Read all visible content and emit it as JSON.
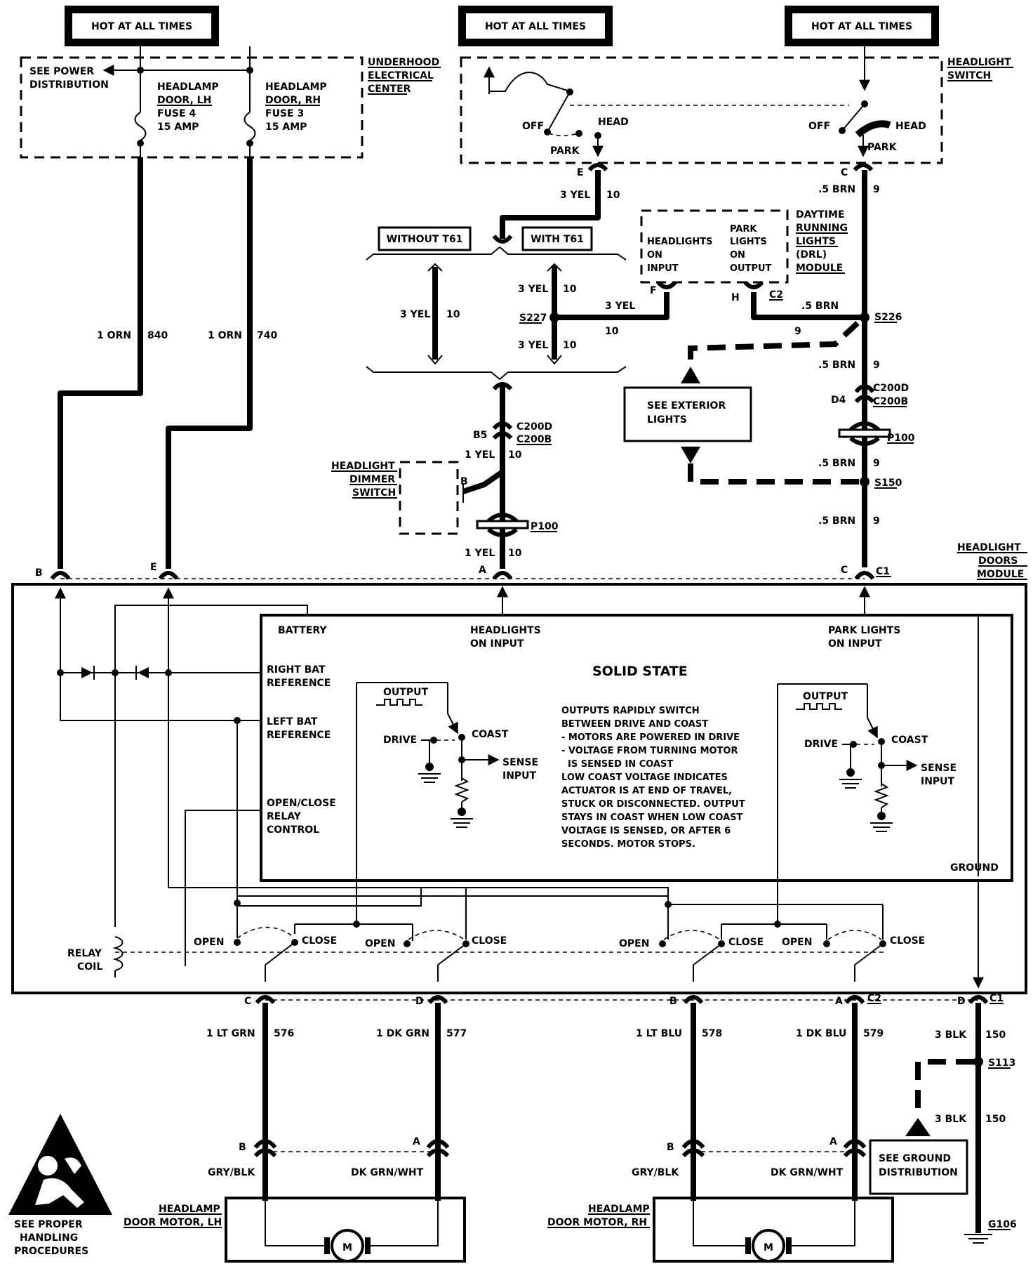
{
  "power": {
    "hot1": "HOT AT ALL TIMES",
    "hot2": "HOT AT ALL TIMES",
    "hot3": "HOT AT ALL TIMES"
  },
  "underhood": {
    "title_l1": "UNDERHOOD",
    "title_l2": "ELECTRICAL",
    "title_l3": "CENTER",
    "see_power_l1": "SEE POWER",
    "see_power_l2": "DISTRIBUTION",
    "fuse4_l1": "HEADLAMP",
    "fuse4_l2": "DOOR, LH",
    "fuse4_l3": "FUSE 4",
    "fuse4_l4": "15 AMP",
    "fuse3_l1": "HEADLAMP",
    "fuse3_l2": "DOOR, RH",
    "fuse3_l3": "FUSE 3",
    "fuse3_l4": "15 AMP"
  },
  "headlight_switch": {
    "title_l1": "HEADLIGHT",
    "title_l2": "SWITCH",
    "off1": "OFF",
    "head1": "HEAD",
    "park1": "PARK",
    "off2": "OFF",
    "head2": "HEAD",
    "park2": "PARK",
    "pin_e": "E",
    "pin_c": "C"
  },
  "drl": {
    "title_l1": "DAYTIME",
    "title_l2": "RUNNING",
    "title_l3": "LIGHTS",
    "title_l4": "(DRL)",
    "title_l5": "MODULE",
    "in_l1": "HEADLIGHTS",
    "in_l2": "ON",
    "in_l3": "INPUT",
    "out_l1": "PARK",
    "out_l2": "LIGHTS",
    "out_l3": "ON",
    "out_l4": "OUTPUT",
    "pin_f": "F",
    "pin_h": "H",
    "conn_c2": "C2"
  },
  "options": {
    "without": "WITHOUT T61",
    "with": "WITH T61"
  },
  "wires": {
    "w840_color": "1 ORN",
    "w840_circuit": "840",
    "w740_color": "1 ORN",
    "w740_circuit": "740",
    "yel_sw_color": "3 YEL",
    "yel_sw_circuit": "10",
    "yel_left_color": "3 YEL",
    "yel_left_circuit": "10",
    "yel_top_color": "3 YEL",
    "yel_top_circuit": "10",
    "yel_bot_color": "3 YEL",
    "yel_bot_circuit": "10",
    "yel_drl_color": "3 YEL",
    "yel_drl_circuit": "10",
    "yel_low1_color": "1 YEL",
    "yel_low1_circuit": "10",
    "yel_low2_color": "1 YEL",
    "yel_low2_circuit": "10",
    "brn_sw_color": ".5 BRN",
    "brn_sw_circuit": "9",
    "brn_drl_color": ".5 BRN",
    "brn_drl_circuit": "9",
    "brn_2_color": ".5 BRN",
    "brn_2_circuit": "9",
    "brn_3_color": ".5 BRN",
    "brn_3_circuit": "9",
    "brn_4_color": ".5 BRN",
    "brn_4_circuit": "9",
    "ltgrn_color": "1 LT GRN",
    "ltgrn_circuit": "576",
    "dkgrn_color": "1 DK GRN",
    "dkgrn_circuit": "577",
    "ltblu_color": "1 LT BLU",
    "ltblu_circuit": "578",
    "dkblu_color": "1 DK BLU",
    "dkblu_circuit": "579",
    "blk1_color": "3 BLK",
    "blk1_circuit": "150",
    "blk2_color": "3 BLK",
    "blk2_circuit": "150"
  },
  "splices": {
    "s227": "S227",
    "s226": "S226",
    "s150": "S150",
    "s113": "S113"
  },
  "connectors": {
    "c200d_a": "C200D",
    "c200b_a": "C200B",
    "pin_b5": "B5",
    "c200d_b": "C200D",
    "c200b_b": "C200B",
    "pin_d4": "D4",
    "p100_a": "P100",
    "p100_b": "P100",
    "pin_b": "B",
    "pin_e": "E",
    "pin_a": "A",
    "pin_c": "C",
    "c1": "C1",
    "pin_c_low": "C",
    "pin_d_low": "D",
    "pin_b_low": "B",
    "pin_a_low": "A",
    "c2_low": "C2",
    "pin_d_gnd": "D",
    "c1_gnd": "C1",
    "lh_b": "B",
    "lh_a": "A",
    "rh_b": "B",
    "rh_a": "A"
  },
  "dimmer": {
    "l1": "HEADLIGHT",
    "l2": "DIMMER",
    "l3": "SWITCH",
    "pin": "B"
  },
  "exterior": {
    "l1": "SEE EXTERIOR",
    "l2": "LIGHTS"
  },
  "module": {
    "title_l1": "HEADLIGHT",
    "title_l2": "DOORS",
    "title_l3": "MODULE",
    "battery": "BATTERY",
    "headlights_in_l1": "HEADLIGHTS",
    "headlights_in_l2": "ON INPUT",
    "park_in_l1": "PARK LIGHTS",
    "park_in_l2": "ON INPUT",
    "solid_state": "SOLID STATE",
    "right_bat_l1": "RIGHT BAT",
    "right_bat_l2": "REFERENCE",
    "left_bat_l1": "LEFT BAT",
    "left_bat_l2": "REFERENCE",
    "relay_ctl_l1": "OPEN/CLOSE",
    "relay_ctl_l2": "RELAY",
    "relay_ctl_l3": "CONTROL",
    "ground": "GROUND",
    "output1": "OUTPUT",
    "drive1": "DRIVE",
    "coast1": "COAST",
    "sense1_l1": "SENSE",
    "sense1_l2": "INPUT",
    "output2": "OUTPUT",
    "drive2": "DRIVE",
    "coast2": "COAST",
    "sense2_l1": "SENSE",
    "sense2_l2": "INPUT",
    "note": [
      "OUTPUTS RAPIDLY SWITCH",
      "BETWEEN DRIVE AND COAST",
      "- MOTORS ARE POWERED IN DRIVE",
      "- VOLTAGE FROM TURNING MOTOR",
      "  IS SENSED IN COAST",
      "LOW COAST VOLTAGE INDICATES",
      "ACTUATOR IS AT END OF TRAVEL,",
      "STUCK OR DISCONNECTED.  OUTPUT",
      "STAYS IN COAST WHEN LOW COAST",
      "VOLTAGE IS SENSED, OR AFTER 6",
      "SECONDS.  MOTOR STOPS."
    ],
    "relay_coil_l1": "RELAY",
    "relay_coil_l2": "COIL",
    "open1": "OPEN",
    "close1": "CLOSE",
    "open2": "OPEN",
    "close2": "CLOSE",
    "open3": "OPEN",
    "close3": "CLOSE",
    "open4": "OPEN",
    "close4": "CLOSE"
  },
  "motors": {
    "lh_left_wire": "GRY/BLK",
    "lh_right_wire": "DK GRN/WHT",
    "rh_left_wire": "GRY/BLK",
    "rh_right_wire": "DK GRN/WHT",
    "lh_l1": "HEADLAMP",
    "lh_l2": "DOOR MOTOR, LH",
    "rh_l1": "HEADLAMP",
    "rh_l2": "DOOR MOTOR, RH",
    "m_lh": "M",
    "m_rh": "M"
  },
  "ground": {
    "see_l1": "SEE GROUND",
    "see_l2": "DISTRIBUTION",
    "g106": "G106"
  },
  "esd": {
    "l1": "SEE PROPER",
    "l2": "HANDLING",
    "l3": "PROCEDURES"
  }
}
